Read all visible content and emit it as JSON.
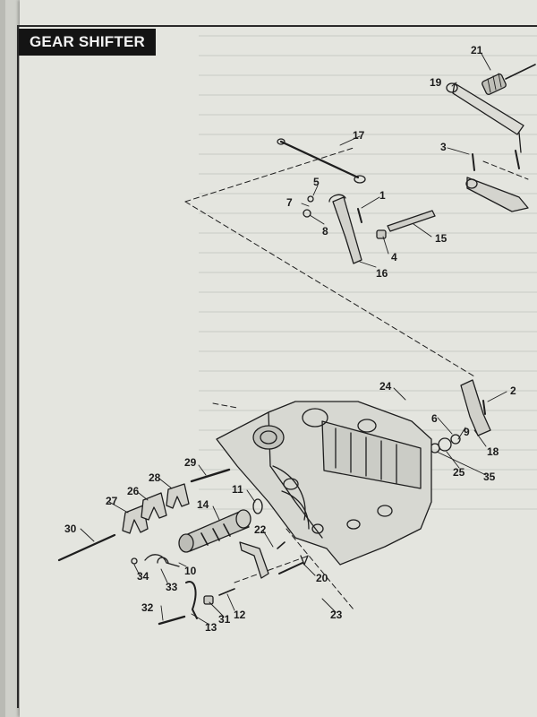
{
  "header": {
    "title": "GEAR SHIFTER"
  },
  "callouts": {
    "c1": "1",
    "c2": "2",
    "c3": "3",
    "c4": "4",
    "c5": "5",
    "c6": "6",
    "c7": "7",
    "c8": "8",
    "c9": "9",
    "c10": "10",
    "c11": "11",
    "c12": "12",
    "c13": "13",
    "c14": "14",
    "c15": "15",
    "c16": "16",
    "c17": "17",
    "c18": "18",
    "c19": "19",
    "c20": "20",
    "c21": "21",
    "c22": "22",
    "c23": "23",
    "c24": "24",
    "c25": "25",
    "c26": "26",
    "c27": "27",
    "c28": "28",
    "c29": "29",
    "c30": "30",
    "c31": "31",
    "c32": "32",
    "c33": "33",
    "c34": "34",
    "c35": "35"
  }
}
